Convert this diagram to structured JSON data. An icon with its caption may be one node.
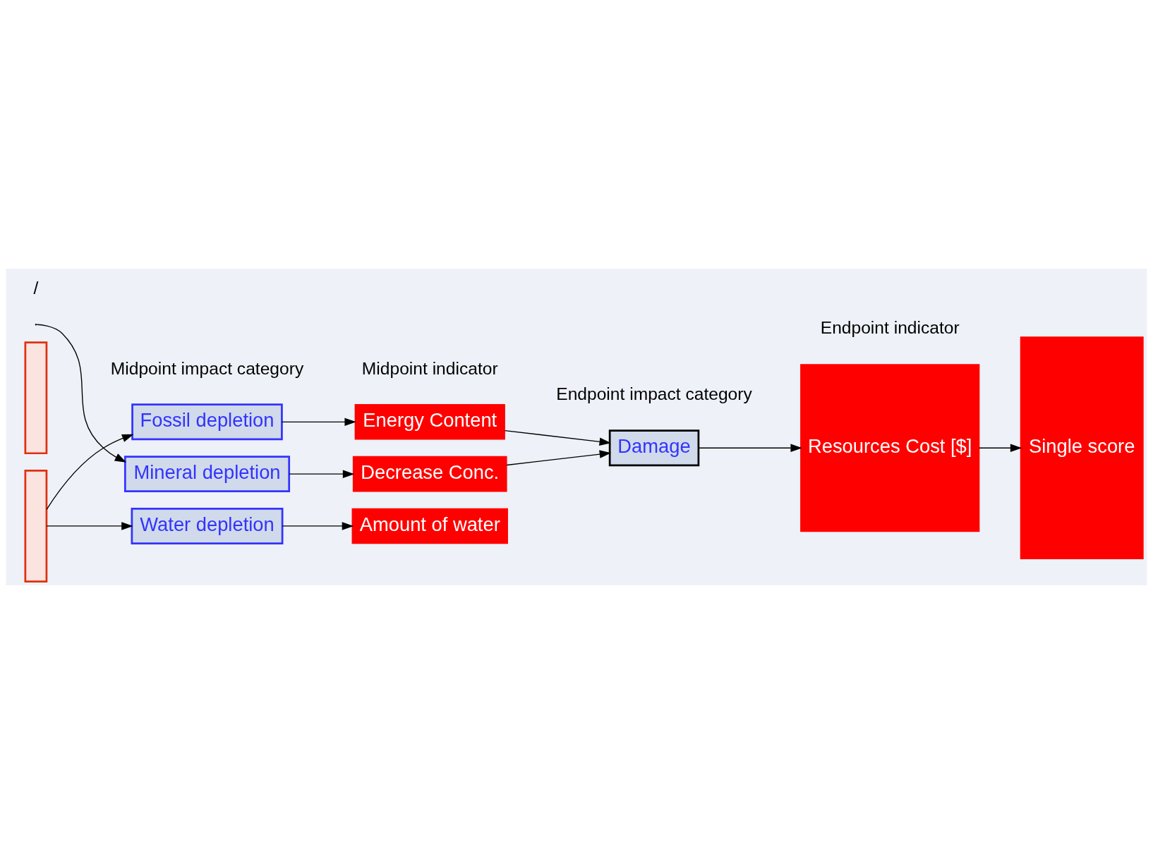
{
  "diagram": {
    "nodes": [
      {
        "text": [],
        "shape": "box"
      },
      {
        "text": [],
        "shape": "box"
      },
      {
        "text": [
          "Fossil depletion"
        ]
      },
      {
        "text": [
          "Mineral depletion"
        ]
      },
      {
        "text": [
          "Water depletion"
        ]
      },
      {
        "text": [
          "Energy Content"
        ]
      },
      {
        "text": [
          "Decrease Conc."
        ]
      },
      {
        "text": [
          "Amount of water"
        ]
      },
      {
        "text": [
          "Damage"
        ]
      },
      {
        "text": [
          "Resources Cost [$]"
        ]
      },
      {
        "text": [
          "Single score"
        ]
      }
    ],
    "edges": [
      {
        "from": 1,
        "to": 2,
        "arrow": "to"
      },
      {
        "from": null,
        "to": 3,
        "arrow": "to"
      },
      {
        "from": 1,
        "to": 4,
        "arrow": "to"
      },
      {
        "from": 2,
        "to": 5,
        "arrow": "to"
      },
      {
        "from": 3,
        "to": 6,
        "arrow": "to"
      },
      {
        "from": 4,
        "to": 7,
        "arrow": "to"
      },
      {
        "from": 5,
        "to": 8,
        "arrow": "to"
      },
      {
        "from": 6,
        "to": 8,
        "arrow": "to"
      },
      {
        "from": 8,
        "to": 9,
        "arrow": "to"
      },
      {
        "from": 9,
        "to": 10,
        "arrow": "to"
      }
    ],
    "labels": [
      "Midpoint impact category",
      "Midpoint indicator",
      "Endpoint impact category",
      "Endpoint indicator",
      "/"
    ]
  }
}
